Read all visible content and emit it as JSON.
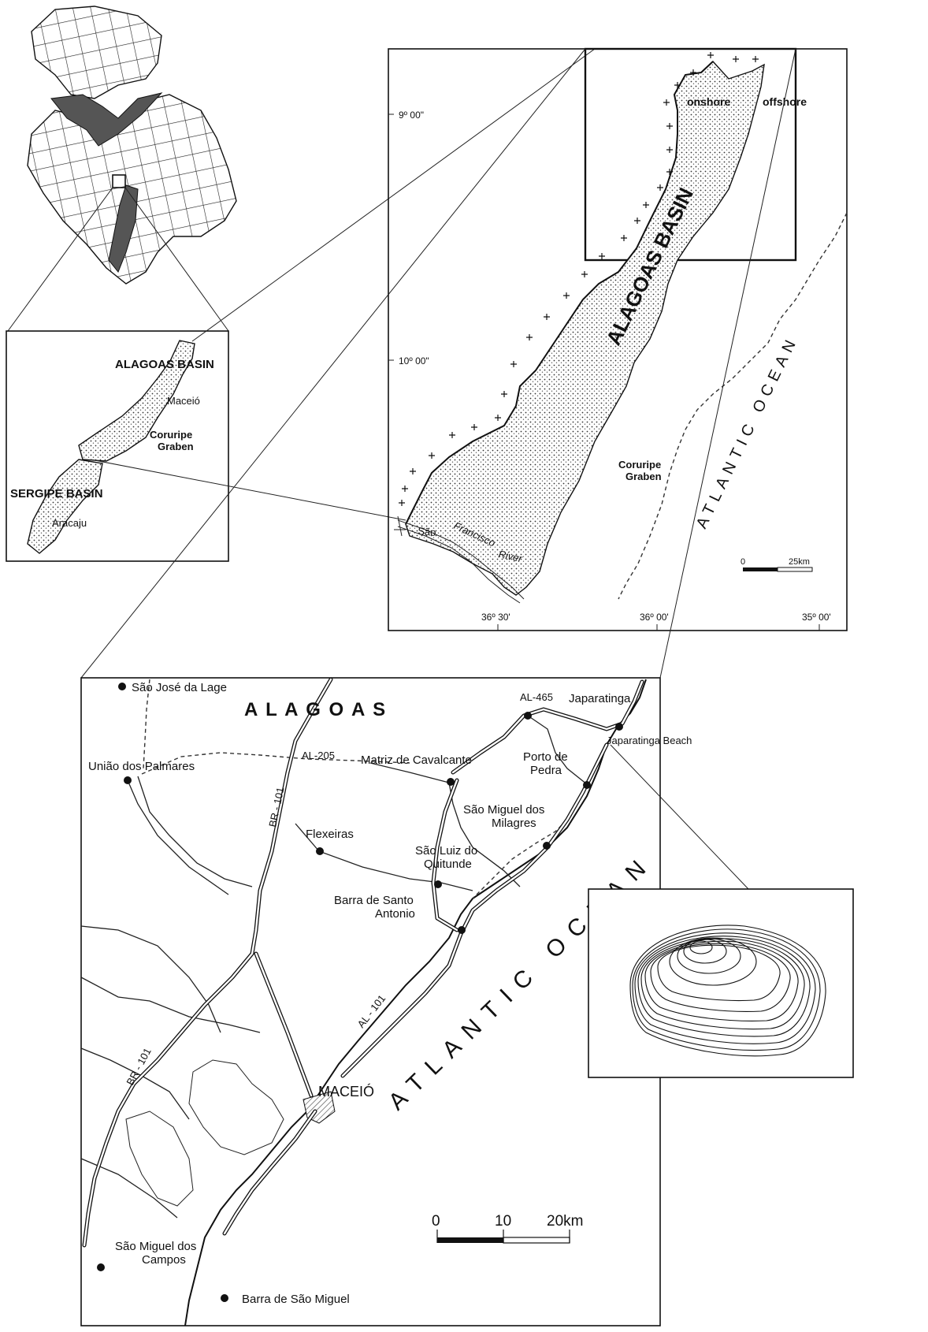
{
  "world_inset": {
    "continents": "hatched-graticule"
  },
  "regional_inset": {
    "basins": [
      "ALAGOAS BASIN",
      "SERGIPE BASIN"
    ],
    "places": [
      "Maceió",
      "Coruripe\nGraben",
      "Aracaju"
    ],
    "labels": {
      "alagoas_basin": "ALAGOAS BASIN",
      "sergipe_basin": "SERGIPE BASIN",
      "maceio": "Maceió",
      "coruripe_1": "Coruripe",
      "coruripe_2": "Graben",
      "aracaju": "Aracaju"
    }
  },
  "basin_map": {
    "basin_label": "ALAGOAS BASIN",
    "onshore": "onshore",
    "offshore": "offshore",
    "ocean": "ATLANTIC OCEAN",
    "coruripe_1": "Coruripe",
    "coruripe_2": "Graben",
    "river_1": "São",
    "river_2": "Francisco",
    "river_3": "River",
    "lat_1": "9º 00\"",
    "lat_2": "10º 00\"",
    "lon_1": "36º 30'",
    "lon_2": "36º 00'",
    "lon_3": "35º 00'",
    "scale_0": "0",
    "scale_end": "25km"
  },
  "detail_map": {
    "state": "A L A G O A S",
    "ocean": "ATLANTIC OCEAN",
    "cities": {
      "sao_jose": "São José da Lage",
      "uniao": "União dos Palmares",
      "matriz": "Matriz de Cavalcante",
      "japaratinga": "Japaratinga",
      "japaratinga_beach": "Japaratinga Beach",
      "porto_1": "Porto de",
      "porto_2": "Pedra",
      "sao_miguel_milagres_1": "São Miguel dos",
      "sao_miguel_milagres_2": "Milagres",
      "flexeiras": "Flexeiras",
      "sao_luiz_1": "São Luiz do",
      "sao_luiz_2": "Quitunde",
      "barra_santo_1": "Barra de Santo",
      "barra_santo_2": "Antonio",
      "maceio": "MACEIÓ",
      "sao_miguel_campos_1": "São Miguel dos",
      "sao_miguel_campos_2": "Campos",
      "barra_sao_miguel": "Barra de São Miguel"
    },
    "roads": {
      "al465": "AL-465",
      "al205": "AL-205",
      "br101_n": "BR - 101",
      "br101_s": "BR - 101",
      "al101": "AL - 101"
    },
    "scale": {
      "s0": "0",
      "s10": "10",
      "s20": "20km"
    }
  },
  "beach_inset": {
    "figure": "concentric-contour-ellipses"
  }
}
